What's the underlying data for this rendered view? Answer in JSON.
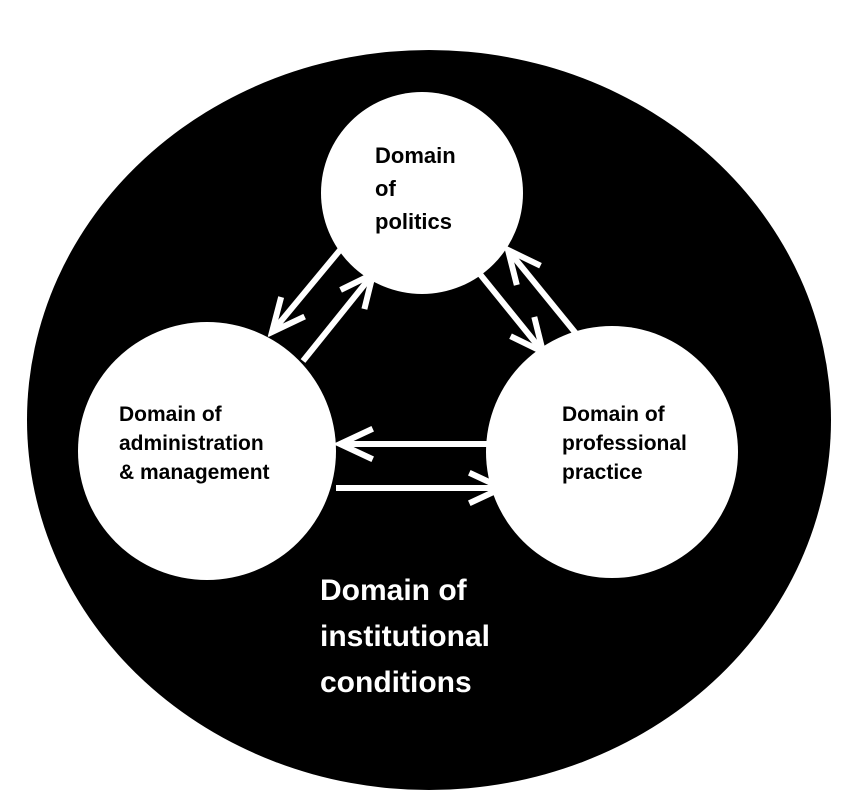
{
  "diagram": {
    "outer_domain": {
      "lines": [
        "Domain of",
        "institutional",
        "conditions"
      ]
    },
    "nodes": {
      "politics": {
        "lines": [
          "Domain",
          "of",
          "politics"
        ]
      },
      "administration": {
        "lines": [
          "Domain of",
          "administration",
          "& management"
        ]
      },
      "practice": {
        "lines": [
          "Domain of",
          "professional",
          "practice"
        ]
      }
    },
    "colors": {
      "outer_fill": "#000000",
      "node_fill": "#ffffff",
      "arrow": "#ffffff",
      "node_text": "#000000",
      "outer_text": "#ffffff"
    }
  }
}
